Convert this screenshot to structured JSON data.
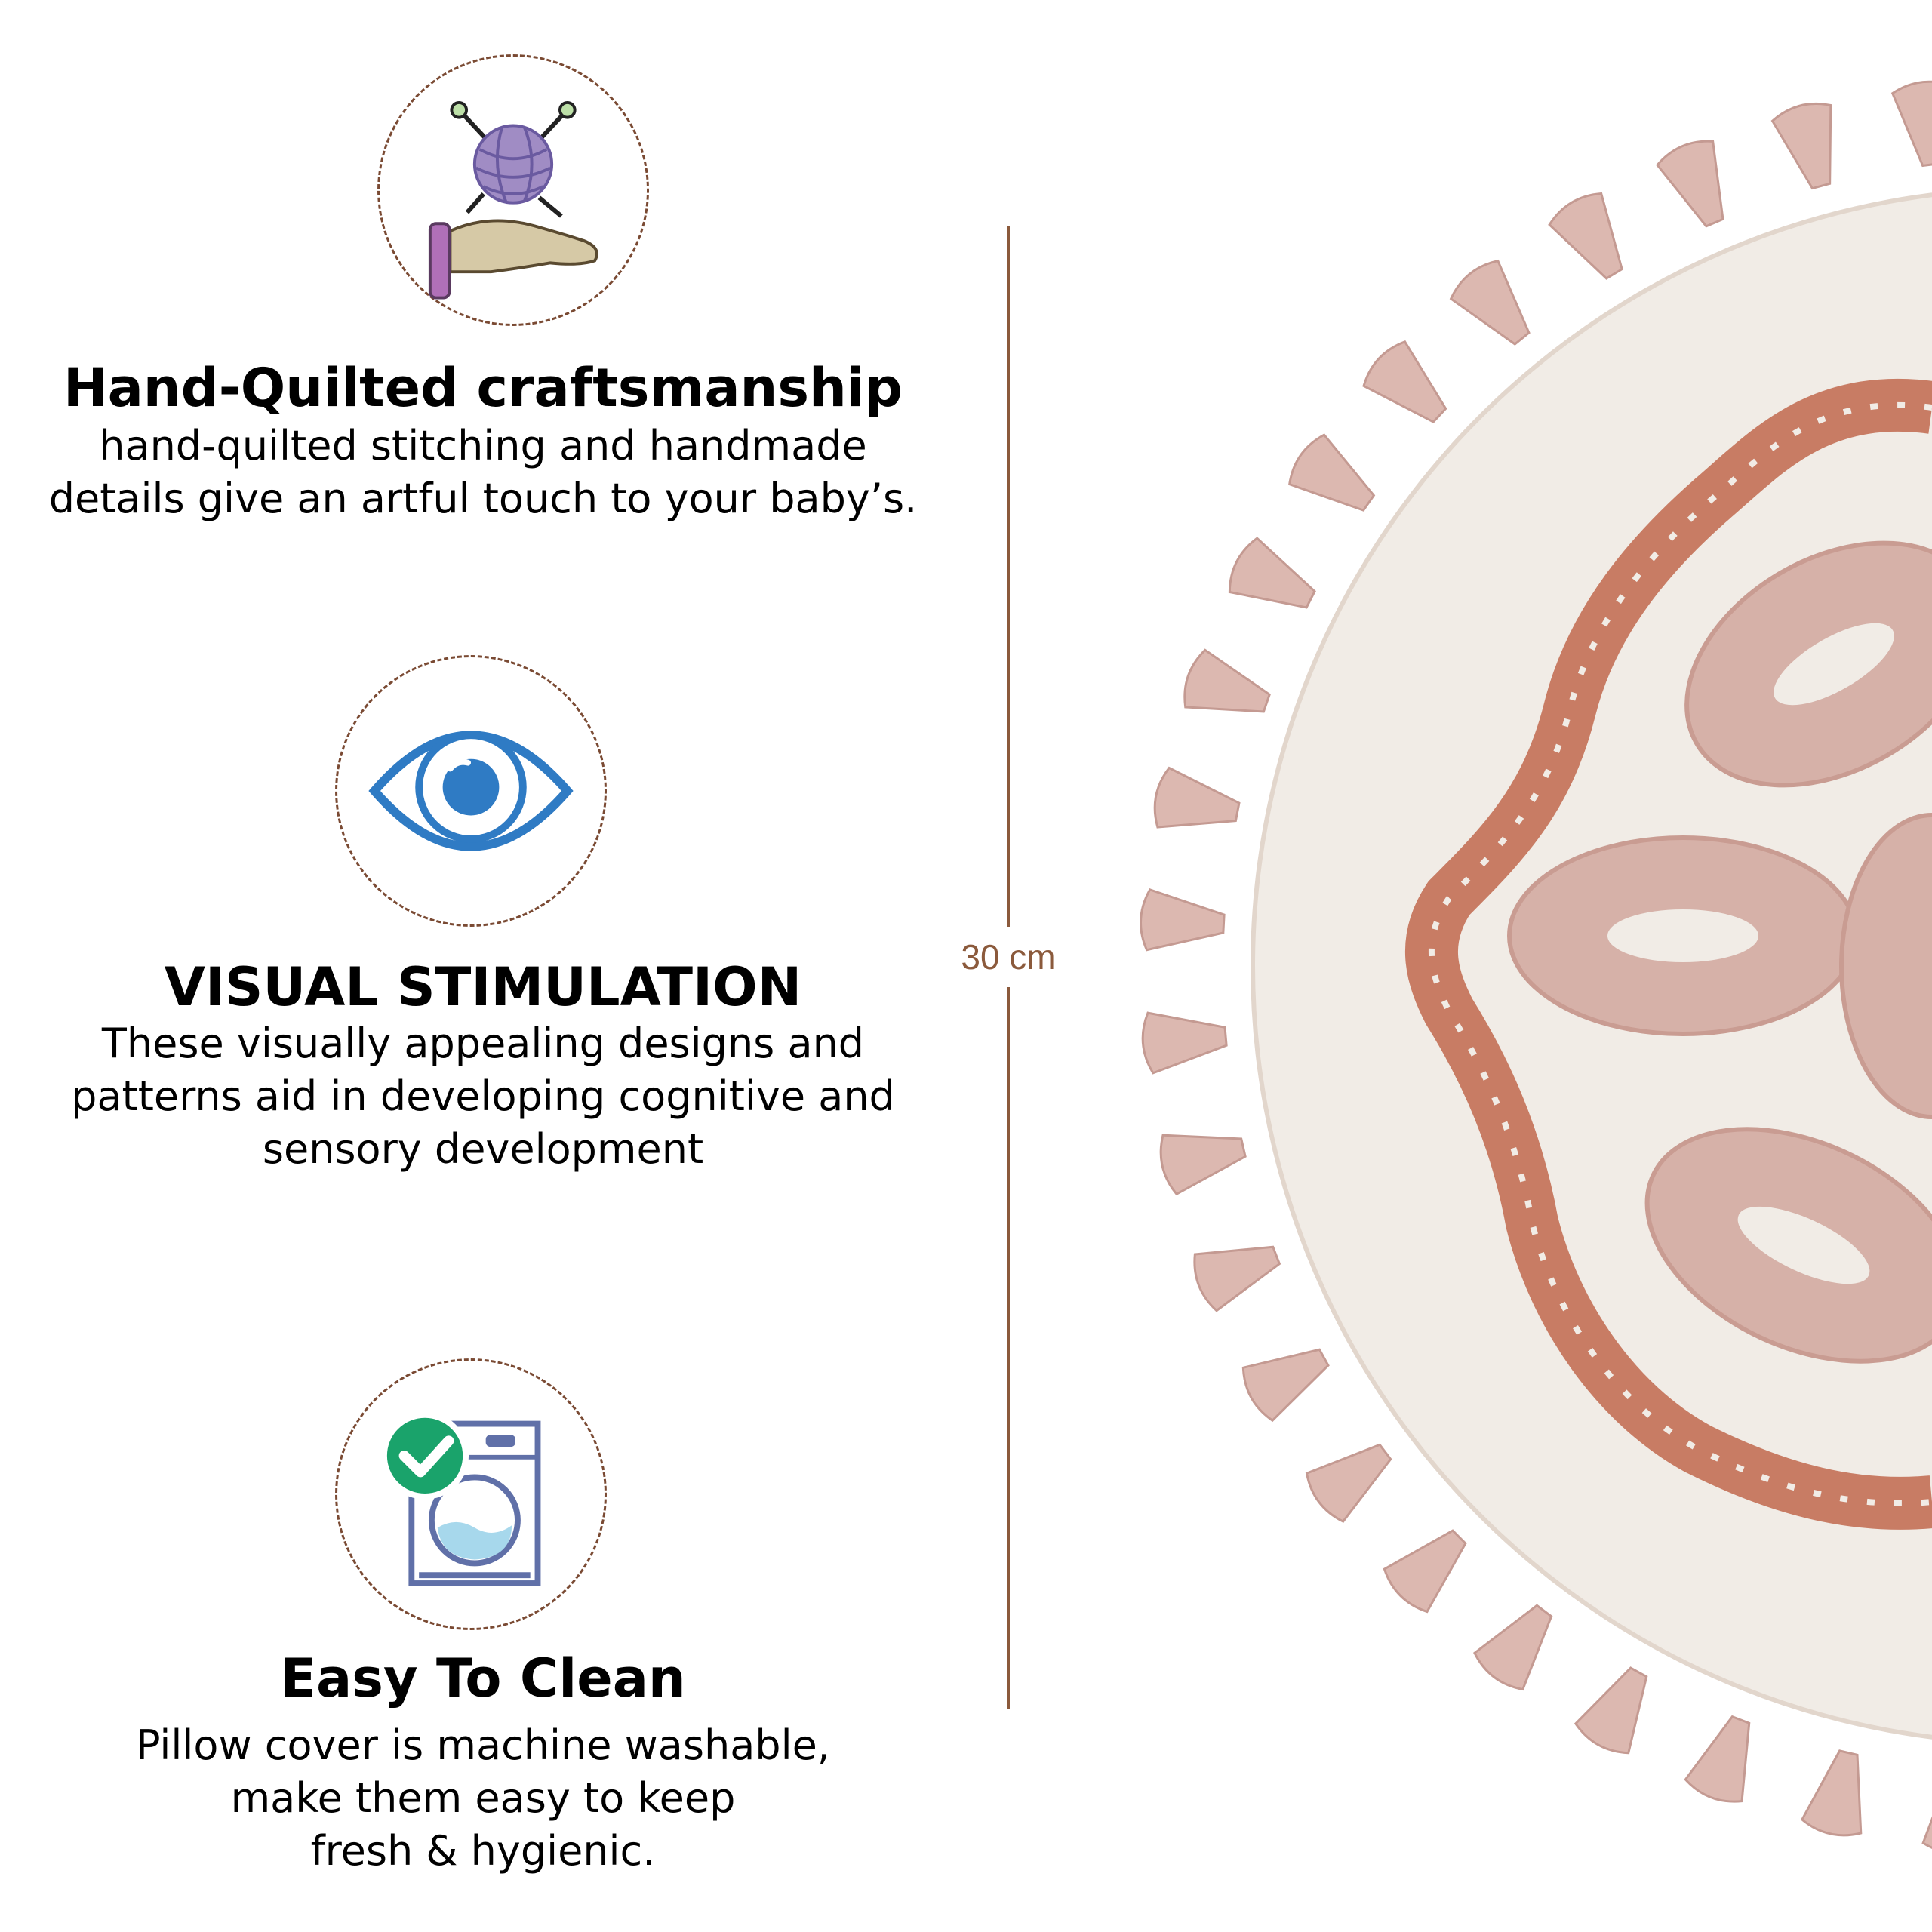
{
  "features": [
    {
      "icon": "knitting-hand-icon",
      "title": "Hand-Quilted craftsmanship",
      "description_lines": [
        "hand-quilted stitching and handmade",
        "details give an artful touch to your baby’s."
      ]
    },
    {
      "icon": "eye-icon",
      "title": "VISUAL STIMULATION",
      "description_lines": [
        "These visually appealing designs and",
        "patterns aid in developing cognitive and",
        "sensory development"
      ]
    },
    {
      "icon": "washing-machine-check-icon",
      "title": "Easy To Clean",
      "description_lines": [
        "Pillow cover is machine washable,",
        "make them easy to keep",
        "fresh & hygienic."
      ]
    }
  ],
  "measurement": {
    "label": "30 cm"
  },
  "colors": {
    "ring": "#7a4a33",
    "measure": "#8b5a3c",
    "eye_blue": "#2f7bc4",
    "yarn_purple": "#a08cc4",
    "check_green": "#1aa36b",
    "tassel_pink": "#dcb8b0",
    "border_rust": "#c87c64",
    "pillow_cream": "#f1ece6"
  }
}
